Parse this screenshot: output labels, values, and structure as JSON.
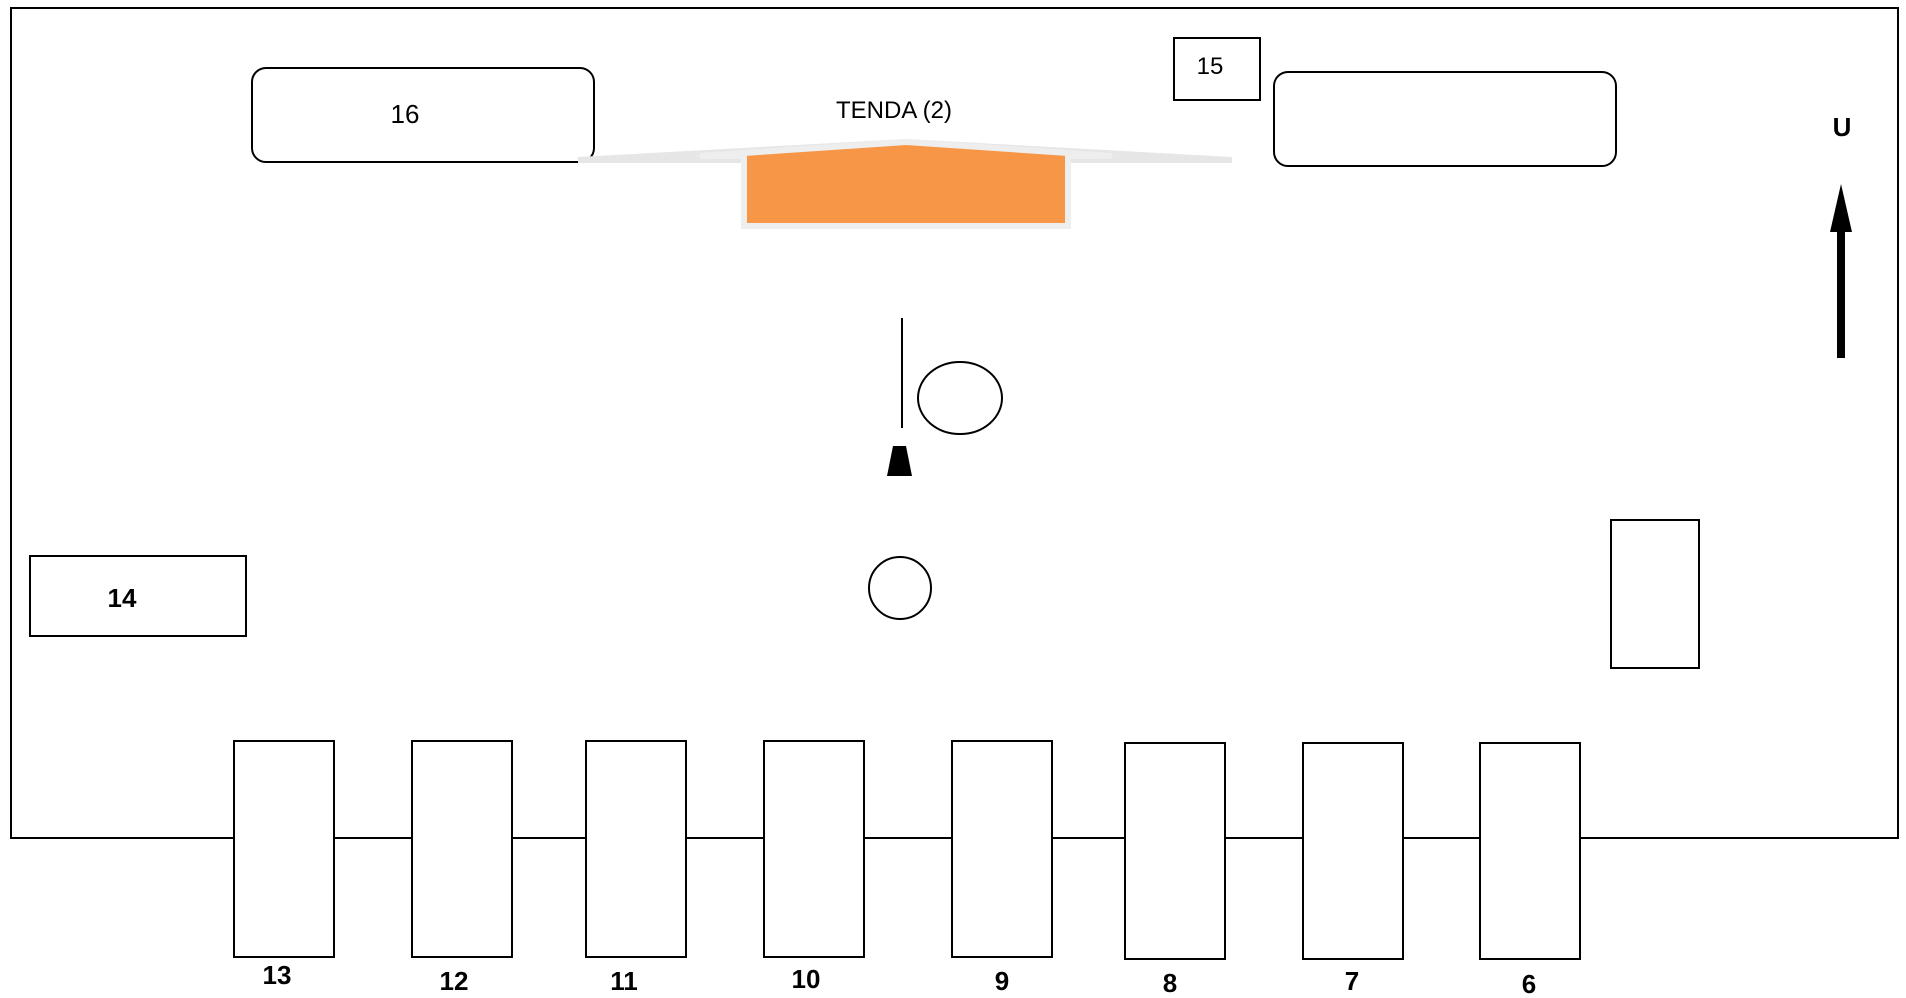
{
  "labels": {
    "tent": "TENDA (2)",
    "box_16": "16",
    "box_15": "15",
    "box_14": "14",
    "north": "U"
  },
  "colors": {
    "tent_fill": "#F79646",
    "line": "#000000"
  },
  "stalls": [
    "13",
    "12",
    "11",
    "10",
    "9",
    "8",
    "7",
    "6"
  ]
}
